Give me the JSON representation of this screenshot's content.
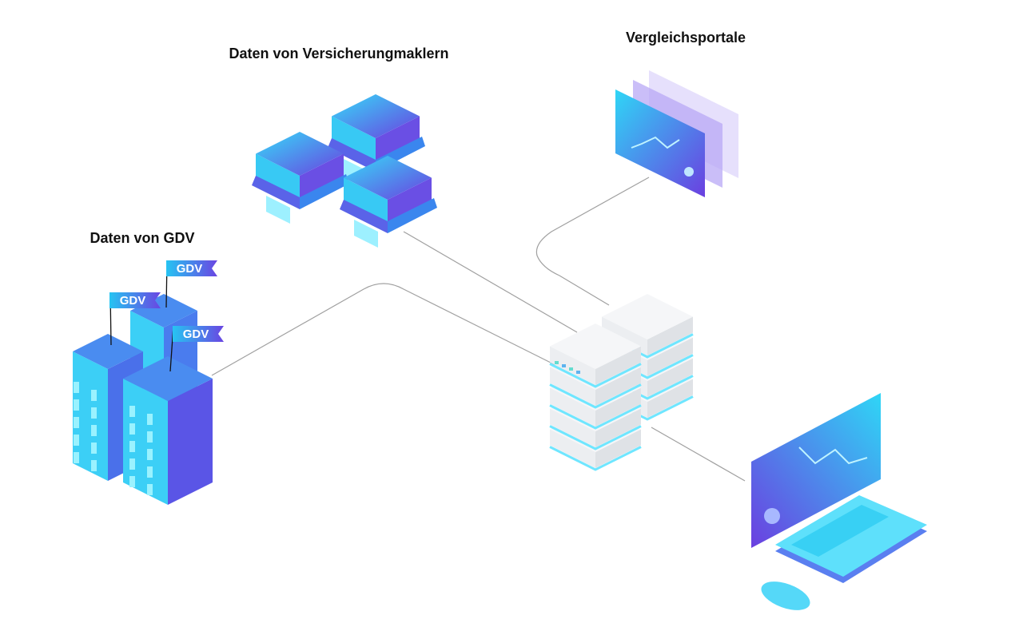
{
  "labels": {
    "brokers": "Daten von Versicherungmaklern",
    "portals": "Vergleichsportale",
    "gdv": "Daten von GDV"
  },
  "flags": [
    "GDV",
    "GDV",
    "GDV"
  ],
  "colors": {
    "cyan": "#2fd6f6",
    "purple": "#6b3fe0",
    "server": "#f1f2f4",
    "glow": "#6fe6ff",
    "line": "#9a9a9a"
  }
}
